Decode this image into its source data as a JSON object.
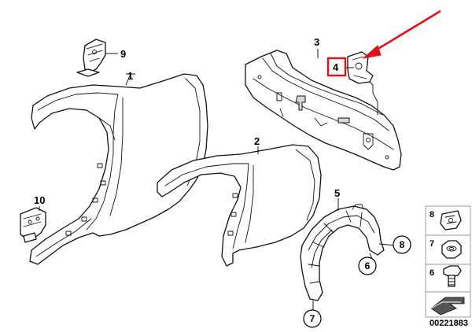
{
  "callouts": {
    "c1": "1",
    "c2": "2",
    "c3": "3",
    "c4": "4",
    "c5": "5",
    "c6": "6",
    "c7": "7",
    "c8": "8",
    "c9": "9",
    "c10": "10"
  },
  "legend": {
    "items": [
      "8",
      "7",
      "6"
    ]
  },
  "diagram_id": "00221883",
  "colors": {
    "highlight": "#e0101a",
    "line": "#111111"
  }
}
